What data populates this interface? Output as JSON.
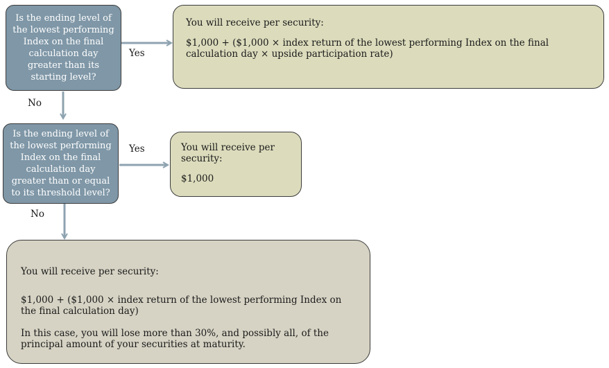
{
  "decision1": {
    "question": "Is the ending level of the lowest performing Index on the final calculation day greater than its starting level?",
    "yes_label": "Yes",
    "no_label": "No"
  },
  "outcome1": {
    "heading": "You will receive per security:",
    "formula": "$1,000 + ($1,000 × index return of the lowest performing Index on the final calculation day × upside participation rate)"
  },
  "decision2": {
    "question": "Is the ending level of the lowest performing Index on the final calculation day greater than or equal to its threshold level?",
    "yes_label": "Yes",
    "no_label": "No"
  },
  "outcome2": {
    "heading": "You will receive per security:",
    "amount": "$1,000"
  },
  "outcome3": {
    "heading": "You will receive per security:",
    "formula": "$1,000 + ($1,000 × index return of the lowest performing Index on the final calculation day)",
    "note": "In this case, you will lose more than 30%, and possibly all, of the principal amount of your securities at maturity."
  },
  "colors": {
    "question_fill": "#7f97a7",
    "outcome_fill": "#dcdcbd",
    "final_fill": "#d6d3c4",
    "arrow": "#8ea3b0"
  }
}
